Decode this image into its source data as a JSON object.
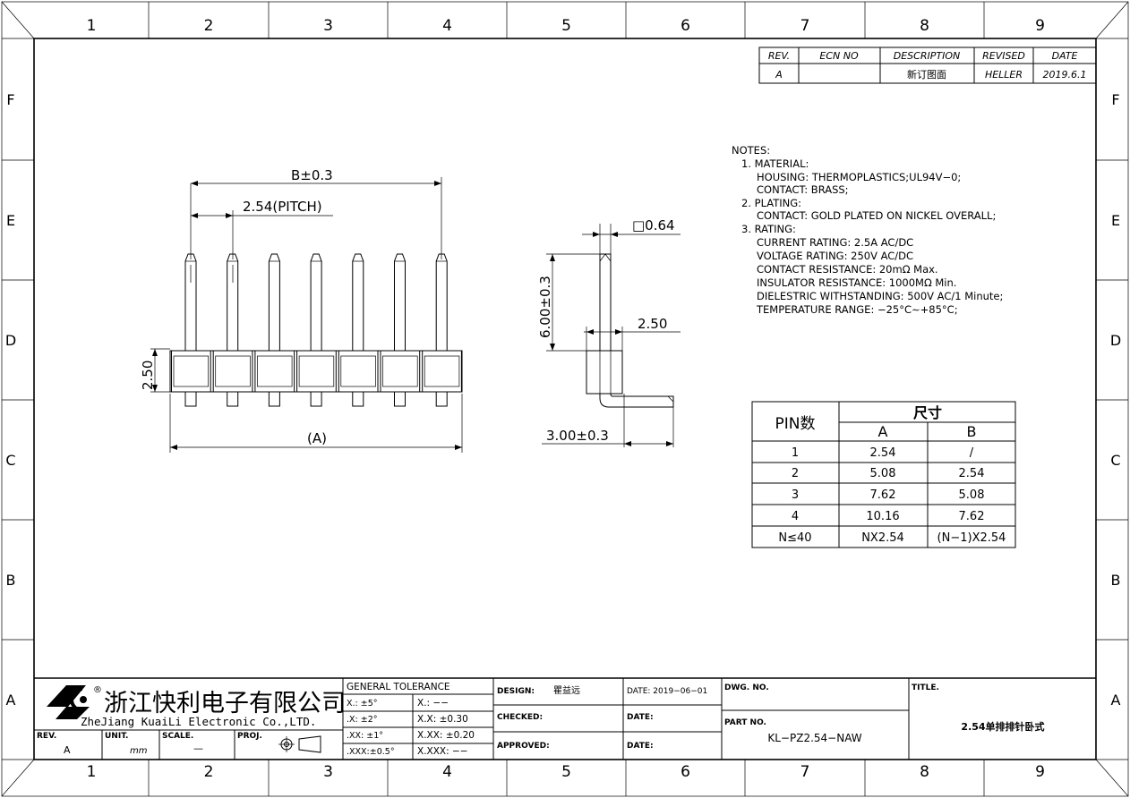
{
  "border": {
    "cols": [
      "1",
      "2",
      "3",
      "4",
      "5",
      "6",
      "7",
      "8",
      "9"
    ],
    "rows": [
      "F",
      "E",
      "D",
      "C",
      "B",
      "A"
    ]
  },
  "revision": {
    "headers": [
      "REV.",
      "ECN NO",
      "DESCRIPTION",
      "REVISED",
      "DATE"
    ],
    "row": [
      "A",
      "",
      "新订图面",
      "HELLER",
      "2019.6.1"
    ]
  },
  "dims": {
    "b": "B±0.3",
    "pitch": "2.54(PITCH)",
    "a": "(A)",
    "h250": "2.50",
    "sq": "□0.64",
    "v600": "6.00±0.3",
    "s250": "2.50",
    "s300": "3.00±0.3"
  },
  "notes": [
    "NOTES:",
    "1. MATERIAL:",
    "HOUSING: THERMOPLASTICS;UL94V−0;",
    "CONTACT: BRASS;",
    "2. PLATING:",
    "CONTACT: GOLD PLATED ON NICKEL OVERALL;",
    "3. RATING:",
    "CURRENT RATING: 2.5A AC/DC",
    "VOLTAGE RATING: 250V AC/DC",
    "CONTACT RESISTANCE: 20mΩ Max.",
    "INSULATOR RESISTANCE: 1000MΩ Min.",
    "DIELESTRIC WITHSTANDING: 500V AC/1 Minute;",
    "TEMPERATURE RANGE: −25°C∼+85°C;"
  ],
  "dim_table": {
    "pin_header": "PIN数",
    "size_header": "尺寸",
    "col_a": "A",
    "col_b": "B",
    "rows": [
      [
        "1",
        "2.54",
        "/"
      ],
      [
        "2",
        "5.08",
        "2.54"
      ],
      [
        "3",
        "7.62",
        "5.08"
      ],
      [
        "4",
        "10.16",
        "7.62"
      ],
      [
        "N≤40",
        "NX2.54",
        "(N−1)X2.54"
      ]
    ]
  },
  "title_block": {
    "company_cn": "浙江快利电子有限公司",
    "company_en": "ZheJiang KuaiLi Electronic Co.,LTD.",
    "registered": "®",
    "rev_label": "REV.",
    "rev_value": "A",
    "unit_label": "UNIT.",
    "unit_value": "mm",
    "scale_label": "SCALE.",
    "scale_value": "—",
    "proj_label": "PROJ.",
    "tol_header": "GENERAL TOLERANCE",
    "tol_rows": [
      [
        "X.: ±5°",
        "X.:  −−"
      ],
      [
        ".X: ±2°",
        "X.X:  ±0.30"
      ],
      [
        ".XX: ±1°",
        "X.XX:  ±0.20"
      ],
      [
        ".XXX:±0.5°",
        "X.XXX:  −−"
      ]
    ],
    "design_label": "DESIGN:",
    "designer": "瞿益远",
    "checked_label": "CHECKED:",
    "approved_label": "APPROVED:",
    "date_label_1": "DATE: 2019−06−01",
    "date_label_2": "DATE:",
    "date_label_3": "DATE:",
    "dwg_label": "DWG. NO.",
    "part_label": "PART NO.",
    "part_no": "KL−PZ2.54−NAW",
    "title_label": "TITLE.",
    "title_value": "2.54单排排针卧式"
  }
}
